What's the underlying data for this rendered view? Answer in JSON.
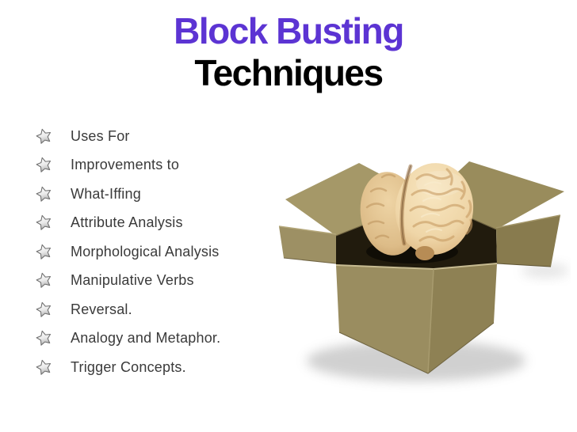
{
  "slide": {
    "title": {
      "line1": "Block Busting",
      "line2": "Techniques",
      "line1_color": "#5C34D3",
      "line2_color": "#000000"
    },
    "bullet_icon": "star-icon",
    "bullets": [
      "Uses For",
      "Improvements to",
      "What-Iffing",
      "Attribute Analysis",
      "Morphological Analysis",
      "Manipulative Verbs",
      "Reversal.",
      "Analogy and Metaphor.",
      "Trigger Concepts."
    ],
    "illustration": {
      "name": "brain-in-open-cardboard-box",
      "box_front_left_color": "#9A8D60",
      "box_front_right_color": "#8E8154",
      "box_interior_color": "#211B0D",
      "brain_color": "#F2DCB2"
    }
  }
}
